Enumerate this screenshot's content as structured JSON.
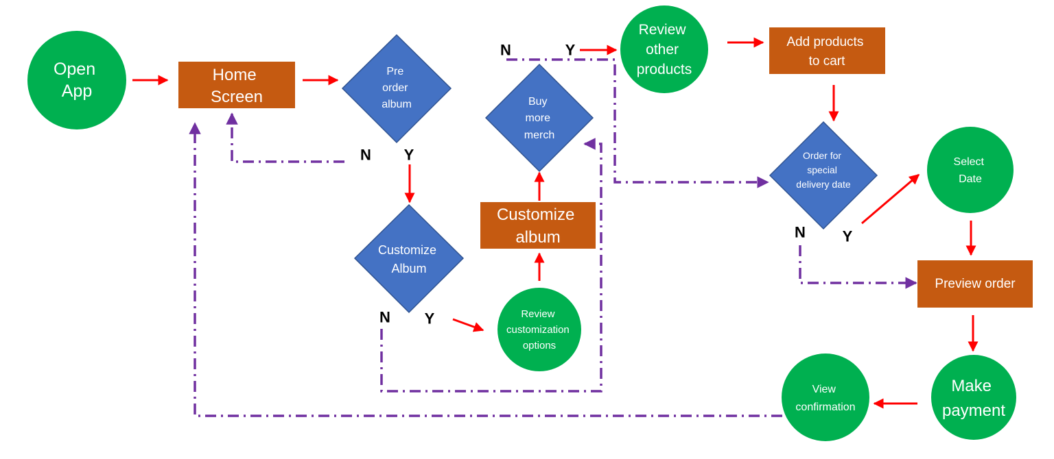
{
  "colors": {
    "circle": "#00b050",
    "rect": "#c55a11",
    "diamond": "#4472c4",
    "diamond_border": "#2f528f",
    "solid_arrow": "#ff0000",
    "dashed_arrow": "#7030a0",
    "label_text": "#ffffff",
    "branch_text": "#000000"
  },
  "nodes": {
    "open_app": {
      "shape": "circle",
      "lines": [
        "Open",
        "App"
      ]
    },
    "home_screen": {
      "shape": "rectangle",
      "lines": [
        "Home",
        "Screen"
      ]
    },
    "pre_order_album": {
      "shape": "diamond",
      "lines": [
        "Pre",
        "order",
        "album"
      ]
    },
    "customize_album_decision": {
      "shape": "diamond",
      "lines": [
        "Customize",
        "Album"
      ]
    },
    "review_customization_options": {
      "shape": "circle",
      "lines": [
        "Review",
        "customization",
        "options"
      ]
    },
    "customize_album_step": {
      "shape": "rectangle",
      "lines": [
        "Customize",
        "album"
      ]
    },
    "buy_more_merch": {
      "shape": "diamond",
      "lines": [
        "Buy",
        "more",
        "merch"
      ]
    },
    "review_other_products": {
      "shape": "circle",
      "lines": [
        "Review",
        "other",
        "products"
      ]
    },
    "add_products_to_cart": {
      "shape": "rectangle",
      "lines": [
        "Add products",
        "to cart"
      ]
    },
    "order_special_delivery": {
      "shape": "diamond",
      "lines": [
        "Order for",
        "special",
        "delivery date"
      ]
    },
    "select_date": {
      "shape": "circle",
      "lines": [
        "Select",
        "Date"
      ]
    },
    "preview_order": {
      "shape": "rectangle",
      "lines": [
        "Preview order"
      ]
    },
    "make_payment": {
      "shape": "circle",
      "lines": [
        "Make",
        "payment"
      ]
    },
    "view_confirmation": {
      "shape": "circle",
      "lines": [
        "View",
        "confirmation"
      ]
    }
  },
  "branch_labels": {
    "pre_order": {
      "no": "N",
      "yes": "Y"
    },
    "customize": {
      "no": "N",
      "yes": "Y"
    },
    "buy_more": {
      "no": "N",
      "yes": "Y"
    },
    "special_delivery": {
      "no": "N",
      "yes": "Y"
    }
  },
  "edges": [
    {
      "from": "open_app",
      "to": "home_screen",
      "style": "solid"
    },
    {
      "from": "home_screen",
      "to": "pre_order_album",
      "style": "solid"
    },
    {
      "from": "pre_order_album",
      "to": "customize_album_decision",
      "style": "solid",
      "branch": "Y"
    },
    {
      "from": "pre_order_album",
      "to": "home_screen",
      "style": "dashed",
      "branch": "N"
    },
    {
      "from": "customize_album_decision",
      "to": "review_customization_options",
      "style": "solid",
      "branch": "Y"
    },
    {
      "from": "customize_album_decision",
      "to": "buy_more_merch",
      "style": "dashed",
      "branch": "N"
    },
    {
      "from": "review_customization_options",
      "to": "customize_album_step",
      "style": "solid"
    },
    {
      "from": "customize_album_step",
      "to": "buy_more_merch",
      "style": "solid"
    },
    {
      "from": "buy_more_merch",
      "to": "review_other_products",
      "style": "solid",
      "branch": "Y"
    },
    {
      "from": "buy_more_merch",
      "to": "order_special_delivery",
      "style": "dashed",
      "branch": "N"
    },
    {
      "from": "review_other_products",
      "to": "add_products_to_cart",
      "style": "solid"
    },
    {
      "from": "add_products_to_cart",
      "to": "order_special_delivery",
      "style": "solid"
    },
    {
      "from": "order_special_delivery",
      "to": "select_date",
      "style": "solid",
      "branch": "Y"
    },
    {
      "from": "order_special_delivery",
      "to": "preview_order",
      "style": "dashed",
      "branch": "N"
    },
    {
      "from": "select_date",
      "to": "preview_order",
      "style": "solid"
    },
    {
      "from": "preview_order",
      "to": "make_payment",
      "style": "solid"
    },
    {
      "from": "make_payment",
      "to": "view_confirmation",
      "style": "solid"
    },
    {
      "from": "view_confirmation",
      "to": "home_screen",
      "style": "dashed"
    }
  ]
}
